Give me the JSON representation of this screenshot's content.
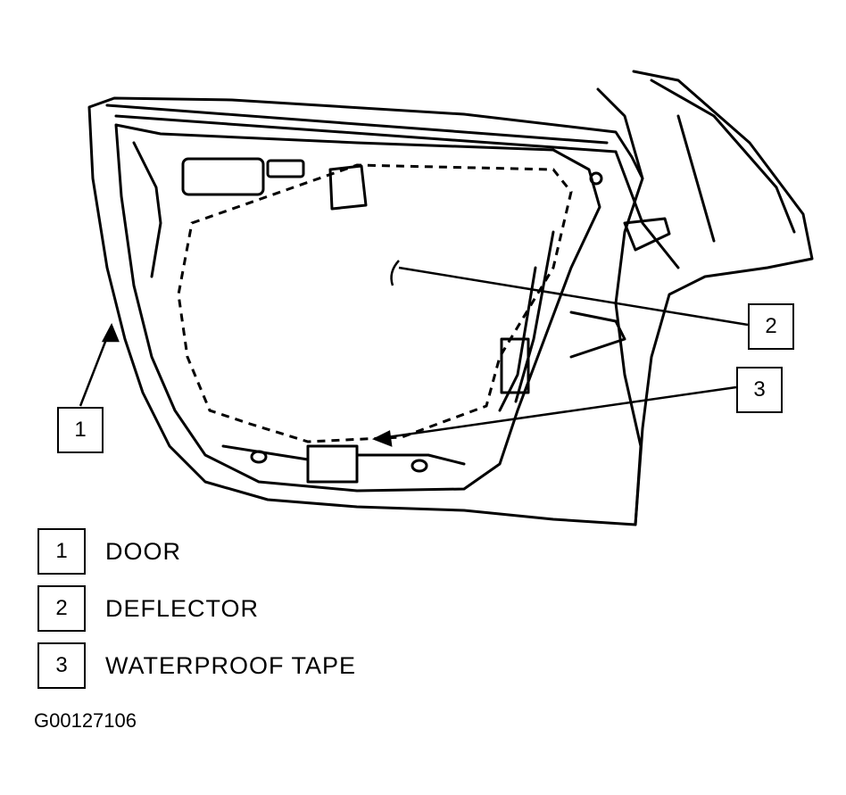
{
  "callouts": [
    {
      "number": "1"
    },
    {
      "number": "2"
    },
    {
      "number": "3"
    }
  ],
  "legend": [
    {
      "number": "1",
      "label": "DOOR"
    },
    {
      "number": "2",
      "label": "DEFLECTOR"
    },
    {
      "number": "3",
      "label": "WATERPROOF TAPE"
    }
  ],
  "figure_id": "G00127106"
}
